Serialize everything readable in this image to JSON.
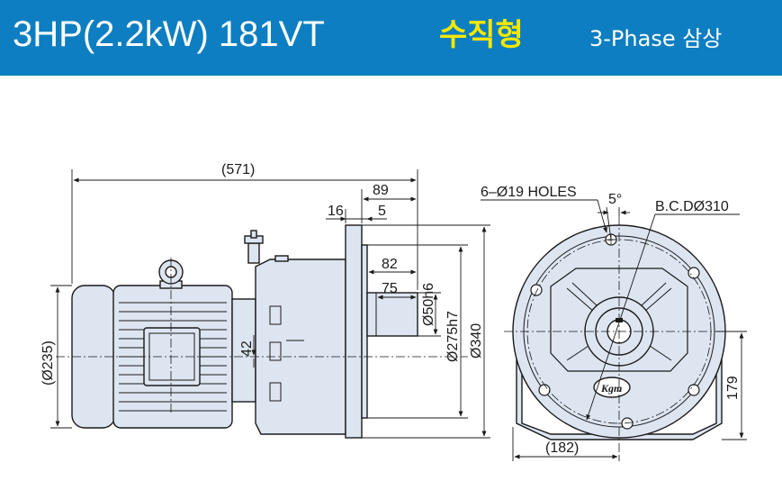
{
  "header": {
    "model": "3HP(2.2kW)  181VT",
    "type": "수직형",
    "phase": "3-Phase  삼상"
  },
  "colors": {
    "header_bg": "#0d7ec1",
    "type_text": "#f3e800",
    "part_fill": "#dde5f1",
    "line": "#1a1a1a"
  },
  "dimensions": {
    "overall_length": "(571)",
    "d89": "89",
    "d16": "16",
    "d5": "5",
    "d82": "82",
    "d75": "75",
    "shaft_dia": "Ø50h6",
    "pilot_dia": "Ø275h7",
    "flange_dia": "Ø340",
    "motor_dia": "(Ø235)",
    "d42": "42",
    "holes": "6–Ø19 HOLES",
    "angle": "5°",
    "bcd": "B.C.DØ310",
    "height": "179",
    "width": "(182)",
    "logo": "Kgm"
  }
}
